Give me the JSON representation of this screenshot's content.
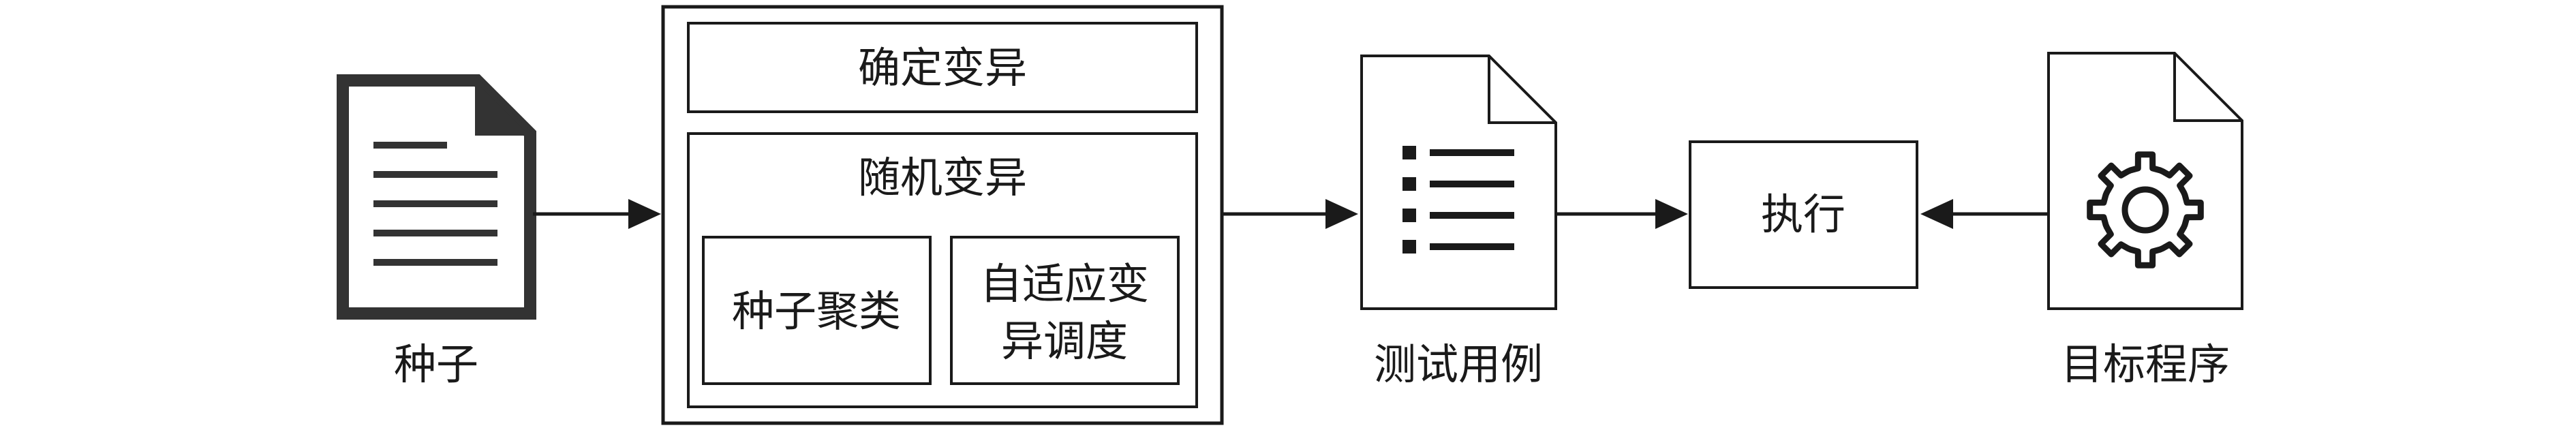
{
  "seed": {
    "label": "种子",
    "icon": "document-text-icon"
  },
  "mutation": {
    "deterministic_label": "确定变异",
    "random_label": "随机变异",
    "seed_clustering_label": "种子聚类",
    "adaptive_line1": "自适应变",
    "adaptive_line2": "异调度"
  },
  "testcase": {
    "label": "测试用例",
    "icon": "document-list-icon"
  },
  "execute": {
    "label": "执行"
  },
  "target": {
    "label": "目标程序",
    "icon": "document-gear-icon"
  },
  "colors": {
    "stroke": "#1a1a1a",
    "seed_icon_fill": "#333333",
    "background": "#ffffff"
  }
}
